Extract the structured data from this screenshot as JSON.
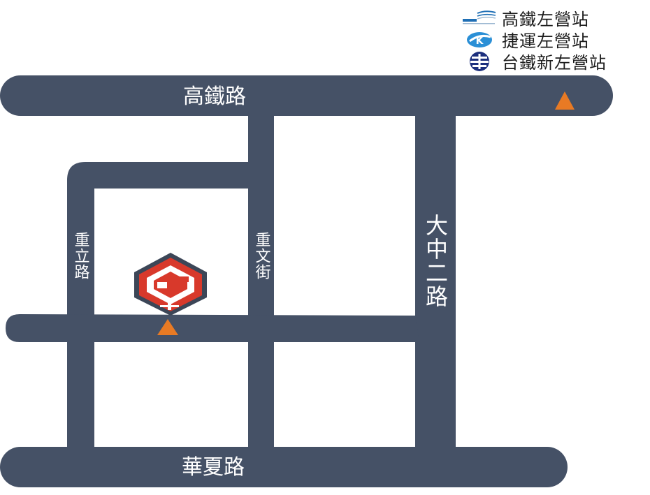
{
  "colors": {
    "road": "#455166",
    "marker": "#e87a24",
    "logo_red": "#d8392b",
    "logo_dark": "#3c4657",
    "thsr_blue": "#1f6fb5",
    "metro_blue": "#2a8fd6",
    "tra_navy": "#1c2f7d"
  },
  "roads": {
    "high_speed_rail_rd": "高鐵路",
    "huaxia_rd": "華夏路",
    "dazhong_2nd_rd": "大中二路",
    "chongli_rd": "重立路",
    "chongwen_st": "重文街"
  },
  "legend": [
    {
      "icon": "thsr-logo-icon",
      "label": "高鐵左營站"
    },
    {
      "icon": "kmrt-logo-icon",
      "label": "捷運左營站"
    },
    {
      "icon": "tra-logo-icon",
      "label": "台鐵新左營站"
    }
  ],
  "markers": [
    {
      "name": "thsr-station-marker",
      "icon": "triangle-marker"
    },
    {
      "name": "office-location-marker",
      "icon": "triangle-marker"
    }
  ],
  "logo": {
    "icon": "company-logo-icon"
  }
}
